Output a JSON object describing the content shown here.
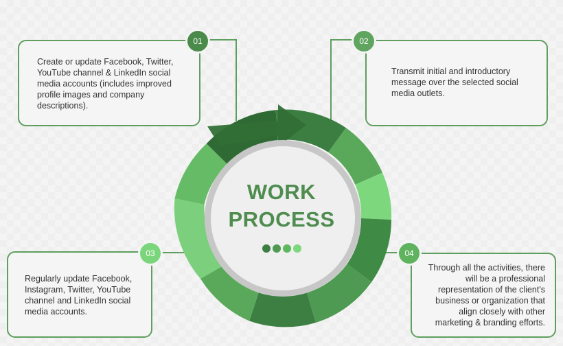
{
  "title_line1": "WORK",
  "title_line2": "PROCESS",
  "steps": [
    {
      "number": "01",
      "text": "Create or update Facebook, Twitter, YouTube channel & LinkedIn social media accounts (includes improved profile images and company descriptions)."
    },
    {
      "number": "02",
      "text": "Transmit initial and introductory message over the selected social media outlets."
    },
    {
      "number": "03",
      "text": "Regularly update Facebook, Instagram, Twitter, YouTube channel and LinkedIn social media accounts."
    },
    {
      "number": "04",
      "text": "Through all the activities, there will be a professional representation of the client's business or organization that align closely with other marketing & branding efforts."
    }
  ],
  "colors": {
    "dark_green": "#4a8a4a",
    "mid_green": "#5fb35f",
    "light_green": "#7bd67b",
    "card_border": "#5e9e5e"
  }
}
